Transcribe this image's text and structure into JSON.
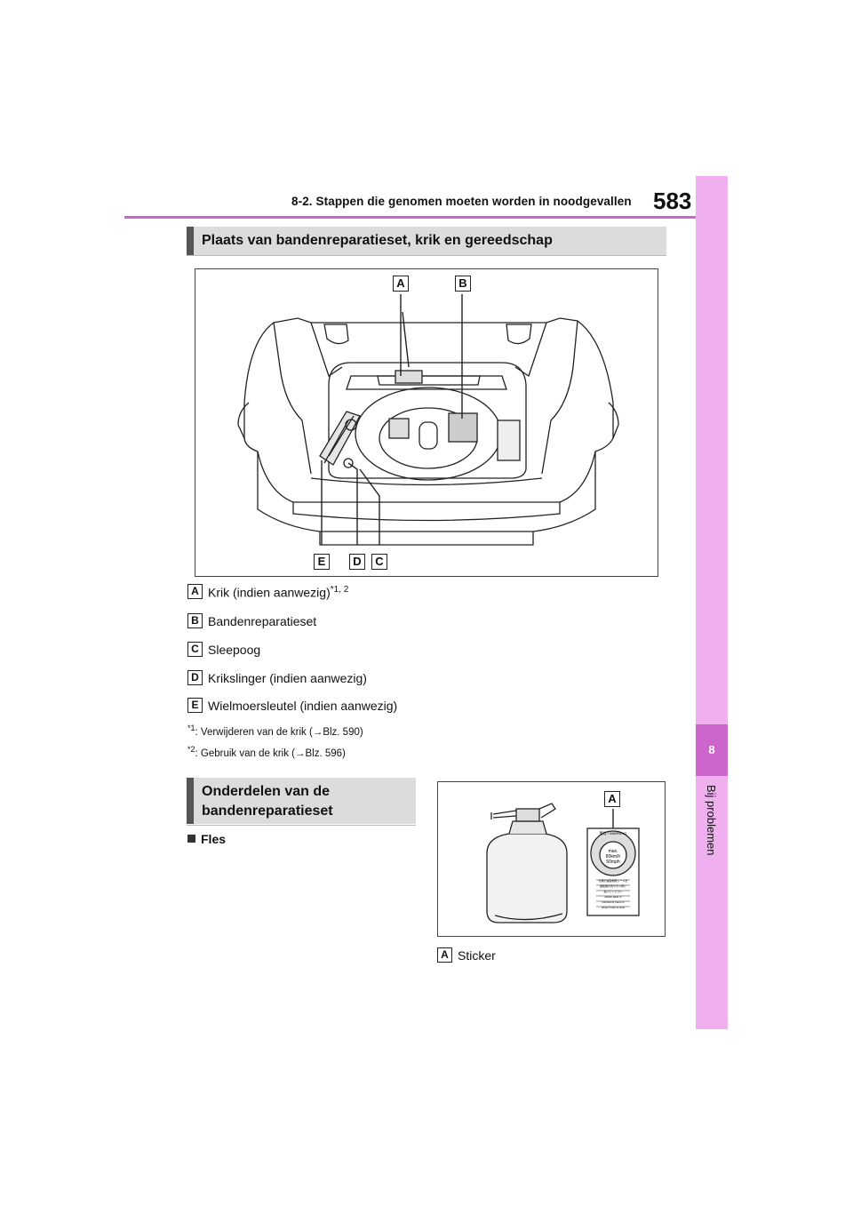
{
  "header": {
    "section_title": "8-2. Stappen die genomen moeten worden in noodgevallen",
    "page_number": "583"
  },
  "side_tab": {
    "chapter_number": "8",
    "chapter_title": "Bij problemen"
  },
  "section1": {
    "heading": "Plaats van bandenreparatieset, krik en gereedschap",
    "figure_callouts": [
      "A",
      "B",
      "E",
      "D",
      "C"
    ],
    "legend": [
      {
        "key": "A",
        "label": "Krik (indien aanwezig)",
        "sup": "*1, 2"
      },
      {
        "key": "B",
        "label": "Bandenreparatieset",
        "sup": ""
      },
      {
        "key": "C",
        "label": "Sleepoog",
        "sup": ""
      },
      {
        "key": "D",
        "label": "Krikslinger (indien aanwezig)",
        "sup": ""
      },
      {
        "key": "E",
        "label": "Wielmoersleutel (indien aanwezig)",
        "sup": ""
      }
    ],
    "notes": [
      {
        "sup": "*1",
        "text": ": Verwijderen van de krik (→Blz. 590)"
      },
      {
        "sup": "*2",
        "text": ": Gebruik van de krik (→Blz. 596)"
      }
    ]
  },
  "section2": {
    "heading_line1": "Onderdelen van de",
    "heading_line2": "bandenreparatieset",
    "bullet": "Fles",
    "figure_callout": "A",
    "legend": [
      {
        "key": "A",
        "label": "Sticker"
      }
    ],
    "sticker": {
      "top_text": "警告 / WARNING",
      "speed_label": "max.",
      "speed_kmh": "80km/h",
      "speed_mph": "50mph",
      "lines": [
        "付属の速度制限シールを",
        "運転席の見やすい所に",
        "貼ってください",
        "Attach label to",
        "instrument panel in",
        "driver's field of view"
      ]
    }
  }
}
